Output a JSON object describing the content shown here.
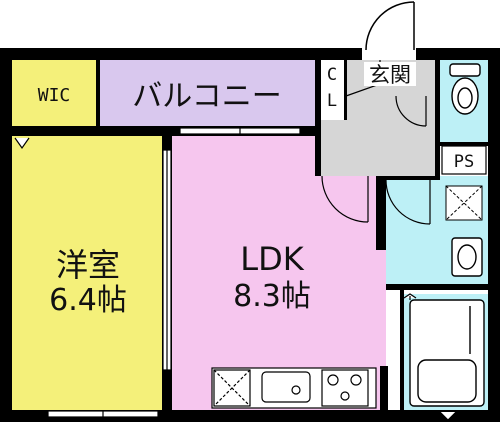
{
  "rooms": {
    "wic": "WIC",
    "balcony": "バルコニー",
    "closet_c": "C",
    "closet_l": "L",
    "entrance": "玄関",
    "ps": "PS",
    "western_room_name": "洋室",
    "western_room_size": "6.4帖",
    "ldk_name": "LDK",
    "ldk_size": "8.3帖"
  },
  "colors": {
    "wall": "#000000",
    "western_room": "#f4f07a",
    "wic": "#f4f07a",
    "balcony": "#d9c8ee",
    "ldk": "#f6c6ee",
    "entrance": "#d6d6d6",
    "wet_area": "#bdf0f6",
    "white": "#ffffff"
  }
}
